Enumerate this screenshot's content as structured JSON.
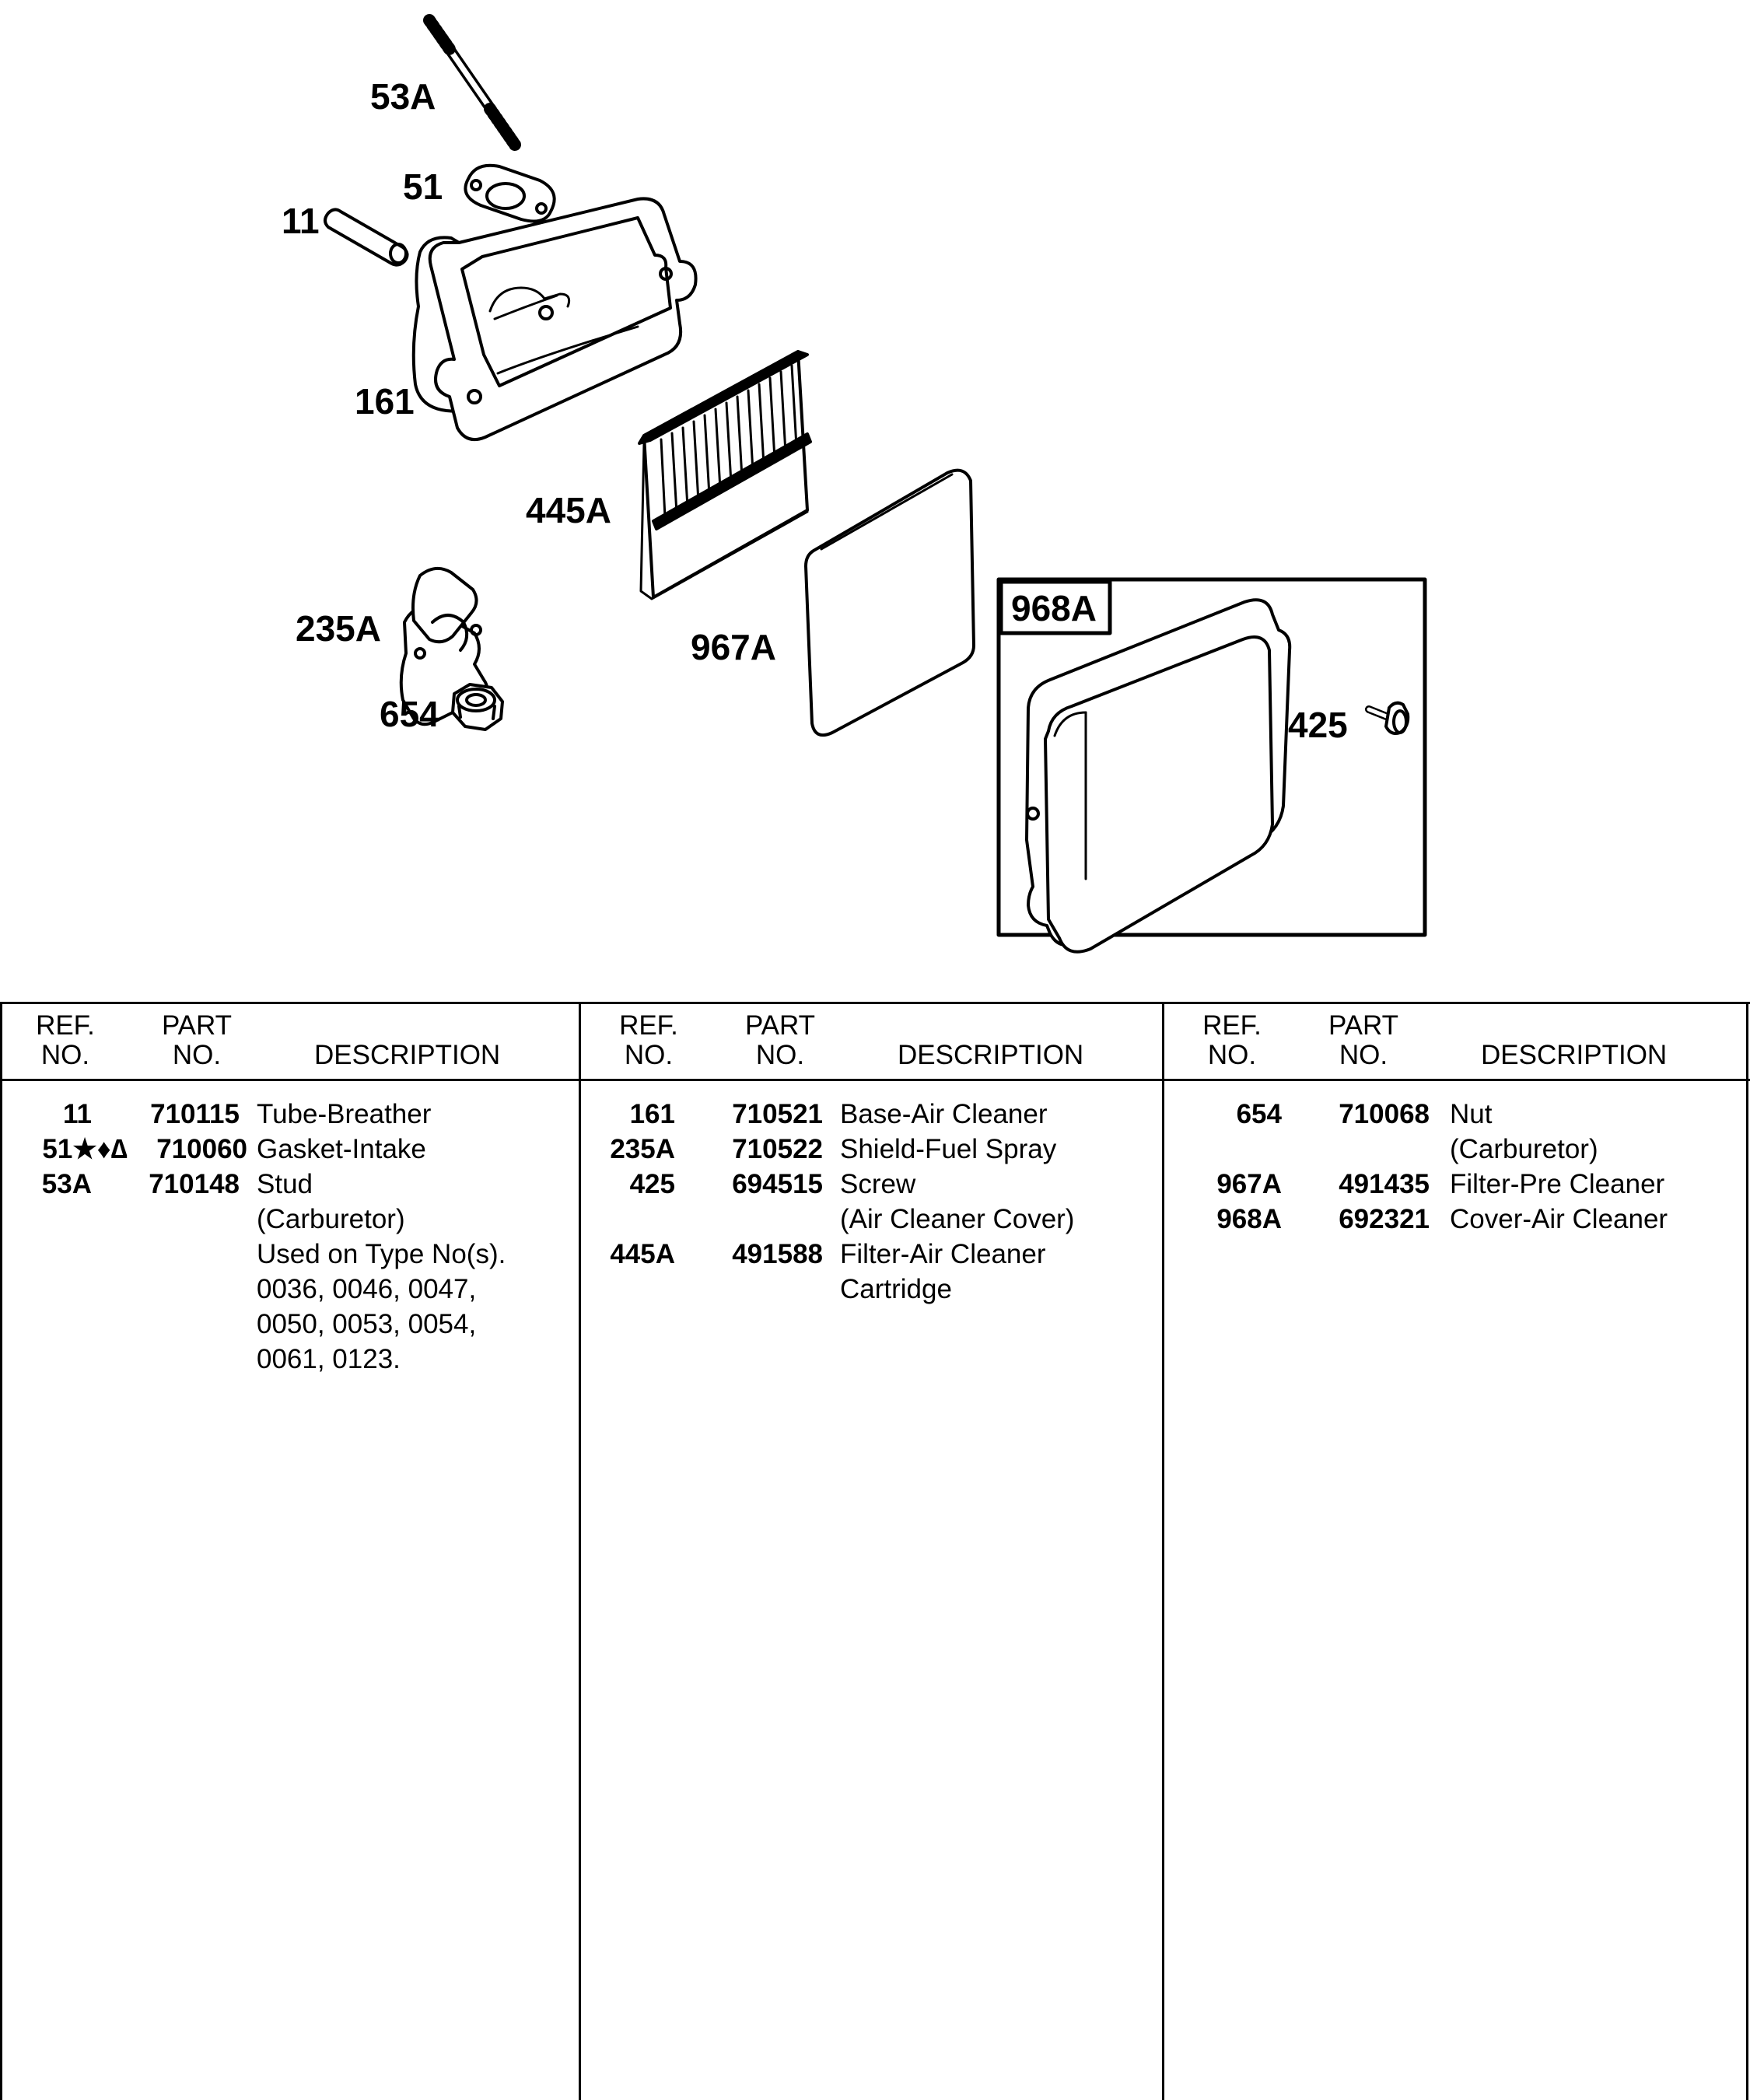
{
  "diagram": {
    "callouts": {
      "c53A": "53A",
      "c51": "51",
      "c11": "11",
      "c161": "161",
      "c445A": "445A",
      "c235A": "235A",
      "c654": "654",
      "c967A": "967A",
      "c968A": "968A",
      "c425": "425"
    }
  },
  "table": {
    "headers": {
      "ref_line1": "REF.",
      "ref_line2": "NO.",
      "part_line1": "PART",
      "part_line2": "NO.",
      "description": "DESCRIPTION"
    },
    "columns": [
      {
        "rows": [
          {
            "ref": "11",
            "part": "710115",
            "desc": "Tube-Breather"
          },
          {
            "ref": "51★♦∆",
            "part": "710060",
            "desc": "Gasket-Intake"
          },
          {
            "ref": "53A",
            "part": "710148",
            "desc": "Stud\n(Carburetor)\nUsed on Type No(s).\n0036, 0046, 0047,\n0050, 0053, 0054,\n0061, 0123."
          }
        ]
      },
      {
        "rows": [
          {
            "ref": "161",
            "part": "710521",
            "desc": "Base-Air Cleaner"
          },
          {
            "ref": "235A",
            "part": "710522",
            "desc": "Shield-Fuel Spray"
          },
          {
            "ref": "425",
            "part": "694515",
            "desc": "Screw\n(Air Cleaner Cover)"
          },
          {
            "ref": "445A",
            "part": "491588",
            "desc": "Filter-Air Cleaner\nCartridge"
          }
        ]
      },
      {
        "rows": [
          {
            "ref": "654",
            "part": "710068",
            "desc": "Nut\n(Carburetor)"
          },
          {
            "ref": "967A",
            "part": "491435",
            "desc": "Filter-Pre Cleaner"
          },
          {
            "ref": "968A",
            "part": "692321",
            "desc": "Cover-Air Cleaner"
          }
        ]
      }
    ]
  }
}
